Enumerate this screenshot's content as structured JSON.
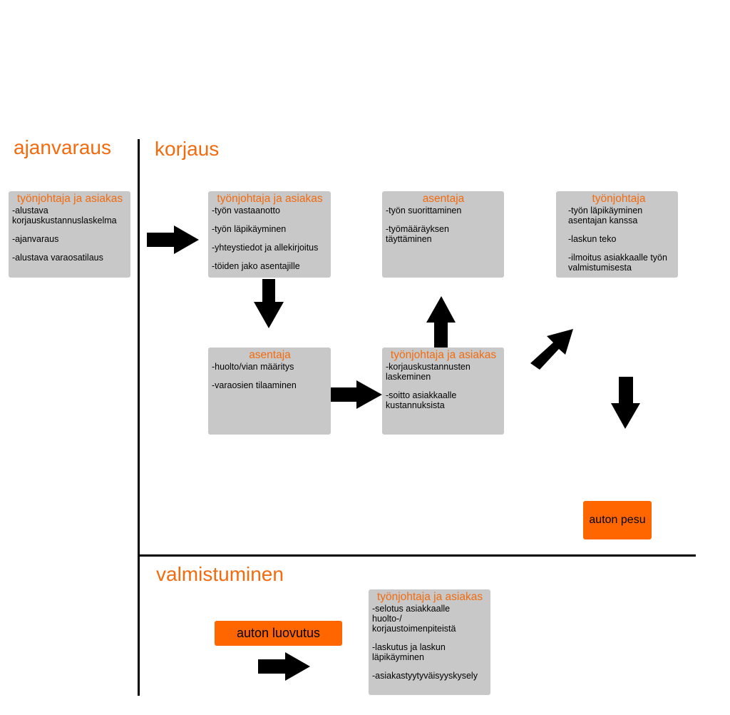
{
  "sections": {
    "ajanvaraus": "ajanvaraus",
    "korjaus": "korjaus",
    "valmistuminen": "valmistuminen"
  },
  "boxes": {
    "booking": {
      "title": "työnjohtaja ja asiakas",
      "items": [
        "-alustava\nkorjauskustannuslaskelma",
        "-ajanvaraus",
        "-alustava varaosatilaus"
      ]
    },
    "intake": {
      "title": "työnjohtaja ja asiakas",
      "items": [
        "-työn vastaanotto",
        "-työn läpikäyminen",
        "-yhteystiedot ja allekirjoitus",
        "-töiden jako asentajille"
      ]
    },
    "diagnosis": {
      "title": "asentaja",
      "items": [
        "-huolto/vian määritys",
        "-varaosien tilaaminen"
      ]
    },
    "estimate": {
      "title": "työnjohtaja ja asiakas",
      "items": [
        "-korjauskustannusten\nlaskeminen",
        "-soitto asiakkaalle\nkustannuksista"
      ]
    },
    "execution": {
      "title": "asentaja",
      "items": [
        "-työn suorittaminen",
        "-työmääräyksen\ntäyttäminen"
      ]
    },
    "review": {
      "title": "työnjohtaja",
      "items": [
        "-työn läpikäyminen\nasentajan kanssa",
        "-laskun teko",
        "-ilmoitus asiakkaalle työn\nvalmistumisesta"
      ]
    },
    "handover": {
      "title": "työnjohtaja ja asiakas",
      "items": [
        "-selotus asiakkaalle\nhuolto-/\nkorjaustoimenpiteistä",
        "-laskutus ja laskun\nläpikäyminen",
        "-asiakastyytyväisyyskysely"
      ]
    }
  },
  "actions": {
    "wash": "auton pesu",
    "delivery": "auton luovutus"
  },
  "colors": {
    "accent": "#f26b0f",
    "action_fill": "#ff6600",
    "box_fill": "#c8c8c8",
    "arrow": "#000000"
  }
}
